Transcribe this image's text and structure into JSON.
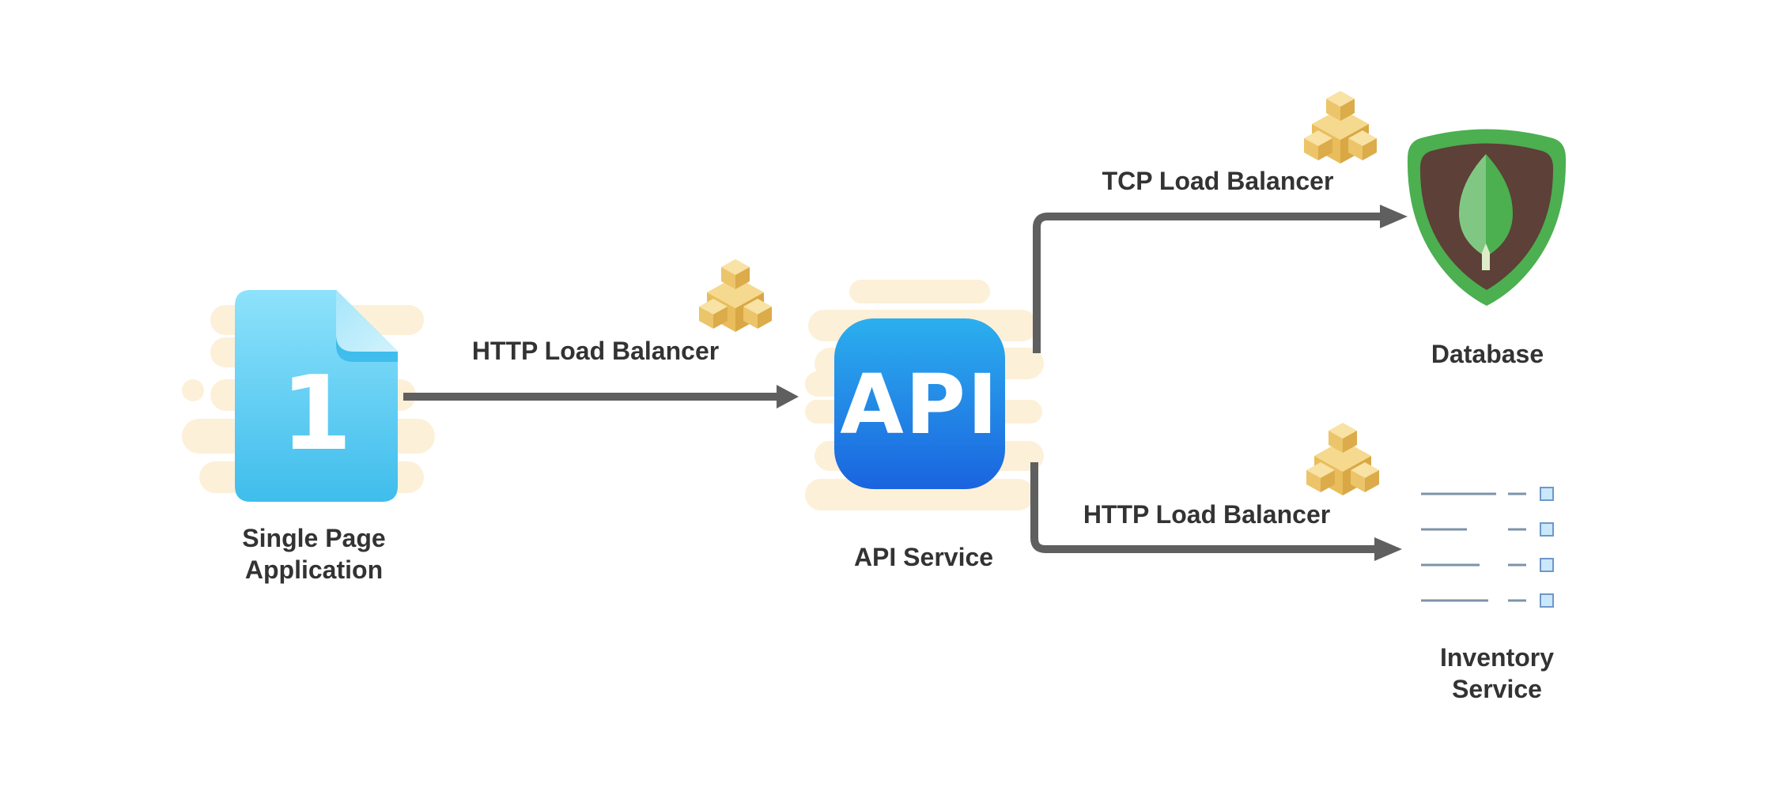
{
  "diagram": {
    "nodes": {
      "spa": {
        "label_lines": [
          "Single Page",
          "Application"
        ],
        "icon": "document-number-icon",
        "icon_glyph": "1"
      },
      "api": {
        "label_lines": [
          "API Service"
        ],
        "icon": "api-icon",
        "icon_glyph": "API"
      },
      "database": {
        "label_lines": [
          "Database"
        ],
        "icon": "mongodb-leaf-shield-icon"
      },
      "inventory": {
        "label_lines": [
          "Inventory",
          "Service"
        ],
        "icon": "list-checkbox-icon",
        "rows": 4
      }
    },
    "edges": [
      {
        "from": "spa",
        "to": "api",
        "label": "HTTP Load Balancer",
        "icon": "load-balancer-cubes-icon"
      },
      {
        "from": "api",
        "to": "database",
        "label": "TCP Load Balancer",
        "icon": "load-balancer-cubes-icon"
      },
      {
        "from": "api",
        "to": "inventory",
        "label": "HTTP Load Balancer",
        "icon": "load-balancer-cubes-icon"
      }
    ],
    "colors": {
      "edge": "#5f5f5f",
      "text": "#333333",
      "blob": "#fdf0d8",
      "doc_top": "#8ee2fb",
      "doc_bottom": "#3fbdec",
      "api_top": "#2cafee",
      "api_bottom": "#1a64df",
      "shield_outer": "#4caf50",
      "shield_inner": "#5d4037",
      "leaf_light": "#81c784",
      "leaf_dark": "#4caf50",
      "leaf_stem": "#dcedc8",
      "cube_top": "#f5d98e",
      "cube_left": "#e9bd5c",
      "cube_right": "#d9a744",
      "list_line": "#7d93a8",
      "list_box_fill": "#c9e8fb",
      "list_box_stroke": "#6f97c9"
    }
  }
}
